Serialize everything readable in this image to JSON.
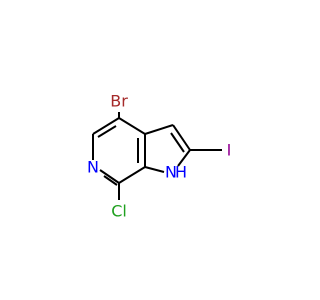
{
  "molecule": {
    "atoms": {
      "bromine": {
        "symbol": "Br",
        "color": "#a52a2a"
      },
      "iodine": {
        "symbol": "I",
        "color": "#940094"
      },
      "chlorine": {
        "symbol": "Cl",
        "color": "#1fa01f"
      },
      "ring_nitrogen": {
        "symbol": "N",
        "color": "#0000ff"
      },
      "nh_nitrogen": {
        "symbol": "N",
        "color": "#0000ff"
      },
      "nh_hydrogen": {
        "symbol": "H",
        "color": "#0000ff"
      }
    },
    "bond_color": "#000000"
  }
}
